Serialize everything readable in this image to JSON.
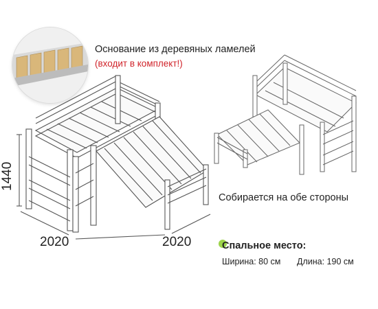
{
  "captions": {
    "base": "Основание из деревяных ламелей",
    "included": "(входит в комплект!)",
    "both_sides": "Собирается на обе стороны"
  },
  "dimensions": {
    "height": "1440",
    "width_left": "2020",
    "width_right": "2020"
  },
  "sleeping_place": {
    "title": "Спальное место:",
    "width": "Ширина: 80 см",
    "length": "Длина: 190 см"
  },
  "colors": {
    "accent_red": "#d0232a",
    "accent_green": "#9cd34a",
    "line": "#555555"
  }
}
